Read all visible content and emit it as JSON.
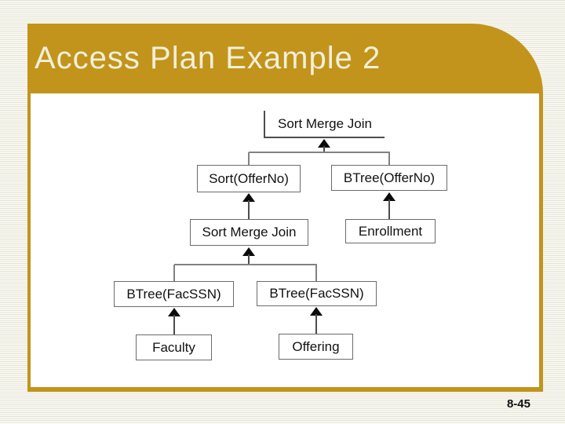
{
  "slide": {
    "title": "Access Plan Example 2",
    "page_number": "8-45"
  },
  "colors": {
    "banner_gold": "#C2941C",
    "title_text": "#F2EFD9",
    "stripe": "#E3E1D1",
    "panel_background": "#FFFFFF",
    "box_border": "#6B6B6B",
    "connector_gray": "#828282",
    "connector_dark": "#4D4D4D",
    "arrowhead": "#0B0B0B",
    "label_text": "#111111"
  },
  "tree": {
    "nodes": [
      {
        "id": "smj-root",
        "label": "Sort Merge Join"
      },
      {
        "id": "sort-offerno",
        "label": "Sort(OfferNo)"
      },
      {
        "id": "btree-offerno",
        "label": "BTree(OfferNo)"
      },
      {
        "id": "smj-inner",
        "label": "Sort Merge Join"
      },
      {
        "id": "enrollment",
        "label": "Enrollment"
      },
      {
        "id": "btree-facssn-left",
        "label": "BTree(FacSSN)"
      },
      {
        "id": "btree-facssn-right",
        "label": "BTree(FacSSN)"
      },
      {
        "id": "faculty",
        "label": "Faculty"
      },
      {
        "id": "offering",
        "label": "Offering"
      }
    ],
    "edges": [
      {
        "from": "sort-offerno",
        "to": "smj-root"
      },
      {
        "from": "btree-offerno",
        "to": "smj-root"
      },
      {
        "from": "smj-inner",
        "to": "sort-offerno"
      },
      {
        "from": "enrollment",
        "to": "btree-offerno"
      },
      {
        "from": "btree-facssn-left",
        "to": "smj-inner"
      },
      {
        "from": "btree-facssn-right",
        "to": "smj-inner"
      },
      {
        "from": "faculty",
        "to": "btree-facssn-left"
      },
      {
        "from": "offering",
        "to": "btree-facssn-right"
      }
    ]
  }
}
